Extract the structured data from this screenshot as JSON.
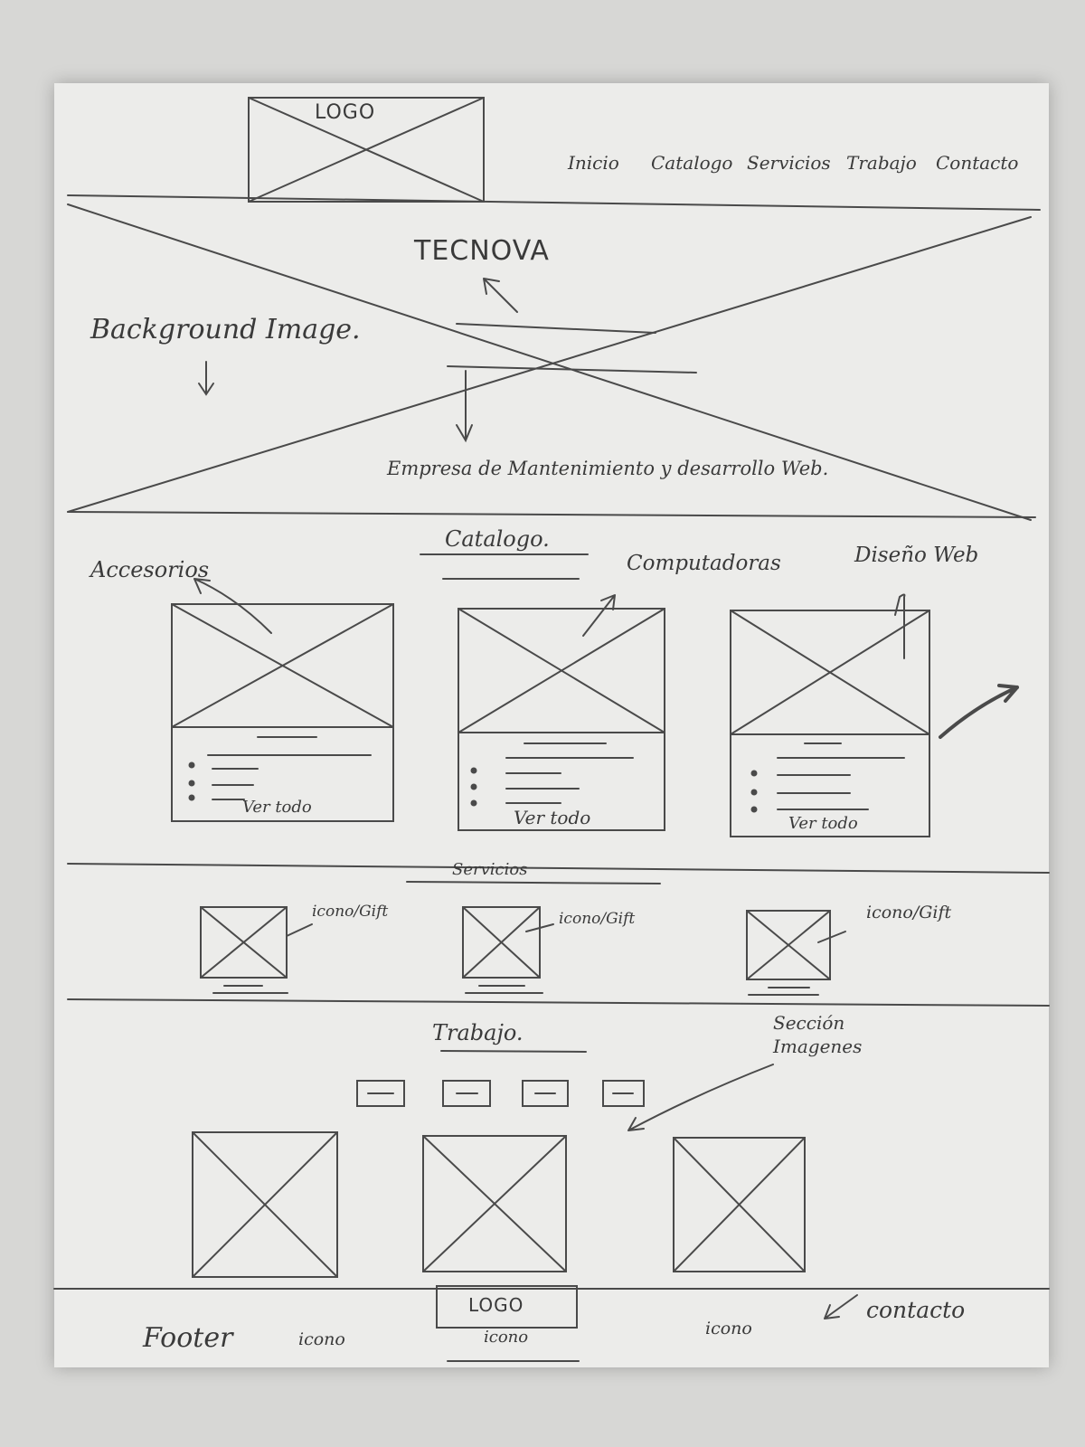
{
  "header": {
    "logo_label": "LOGO",
    "nav": [
      "Inicio",
      "Catalogo",
      "Servicios",
      "Trabajo",
      "Contacto"
    ]
  },
  "hero": {
    "brand": "TECNOVA",
    "note_background": "Background Image.",
    "tagline": "Empresa de Mantenimiento y desarrollo Web."
  },
  "catalog": {
    "title": "Catalogo.",
    "cards": [
      {
        "label": "Accesorios",
        "link": "Ver todo"
      },
      {
        "label": "Computadoras",
        "link": "Ver todo"
      },
      {
        "label": "Diseño Web",
        "link": "Ver todo"
      }
    ]
  },
  "services": {
    "title": "Servicios",
    "items": [
      "icono/Gift",
      "icono/Gift",
      "icono/Gift"
    ]
  },
  "work": {
    "title": "Trabajo.",
    "note": "Sección Imagenes"
  },
  "footer": {
    "label": "Footer",
    "logo_label": "LOGO",
    "icons": [
      "icono",
      "icono",
      "icono"
    ],
    "contact_note": "contacto"
  }
}
